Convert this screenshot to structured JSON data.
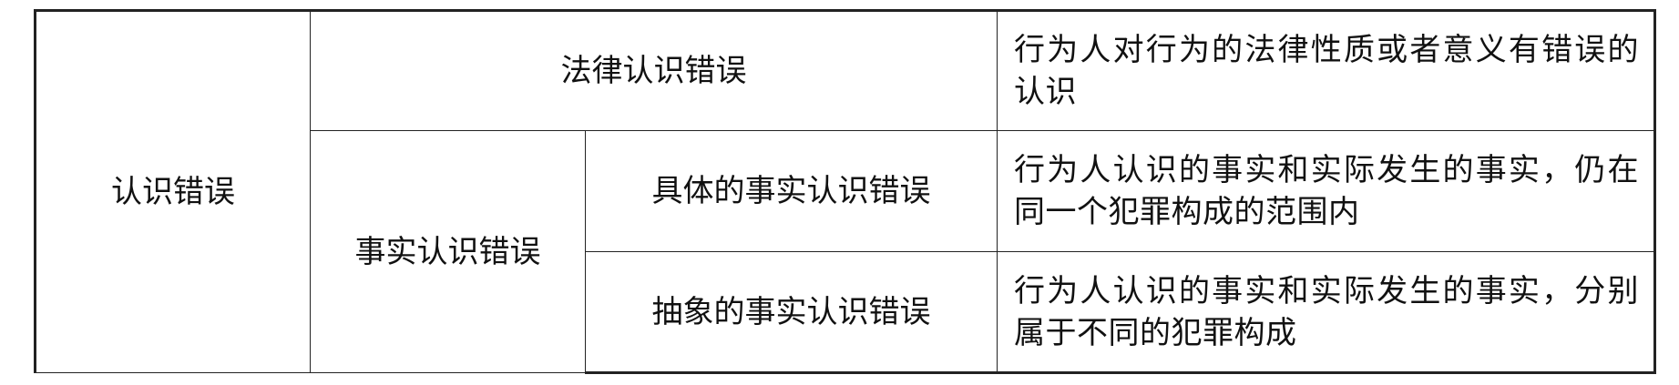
{
  "table": {
    "root_label": "认识错误",
    "legal": {
      "label": "法律认识错误",
      "description": "行为人对行为的法律性质或者意义有错误的认识"
    },
    "factual": {
      "label": "事实认识错误",
      "concrete": {
        "label": "具体的事实认识错误",
        "description": "行为人认识的事实和实际发生的事实，仍在同一个犯罪构成的范围内"
      },
      "abstract": {
        "label": "抽象的事实认识错误",
        "description": "行为人认识的事实和实际发生的事实，分别属于不同的犯罪构成"
      }
    }
  }
}
